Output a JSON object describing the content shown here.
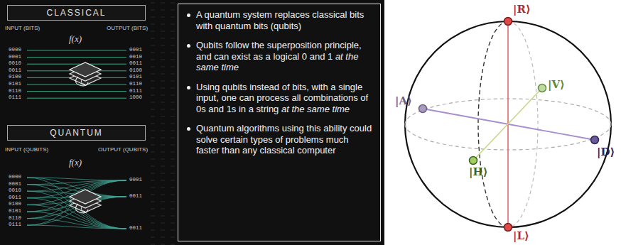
{
  "diagram": {
    "nodes": [
      {
        "text": [
          "CLASSICAL"
        ]
      },
      {
        "text": [
          "QUANTUM"
        ]
      },
      {
        "text": [
          "A quantum system replaces classical bits with quantum bits (qubits)",
          "Qubits follow the superposition principle, and can exist as a logical 0 and 1",
          "at the same time",
          "Using qubits instead of bits, with a single input, one can process all combinations of 0s and 1s in a string",
          "at the same time",
          "Quantum algorithms using this ability could solve certain types of problems much faster than any classical computer"
        ]
      }
    ],
    "labels": [
      "INPUT (BITS)",
      "OUTPUT (BITS)",
      "f(x)",
      "0000",
      "0001",
      "0010",
      "0011",
      "0100",
      "0101",
      "0110",
      "0111",
      "0001",
      "0010",
      "0011",
      "0100",
      "0101",
      "0110",
      "0111",
      "1000",
      "INPUT (QUBITS)",
      "OUTPUT (QUBITS)",
      "f(x)",
      "0000",
      "0001",
      "0010",
      "0011",
      "0100",
      "0101",
      "0110",
      "0111",
      "0001",
      "0011",
      "0011",
      "|R⟩",
      "|V⟩",
      "|A⟩",
      "|D⟩",
      "|H⟩",
      "|L⟩"
    ]
  }
}
